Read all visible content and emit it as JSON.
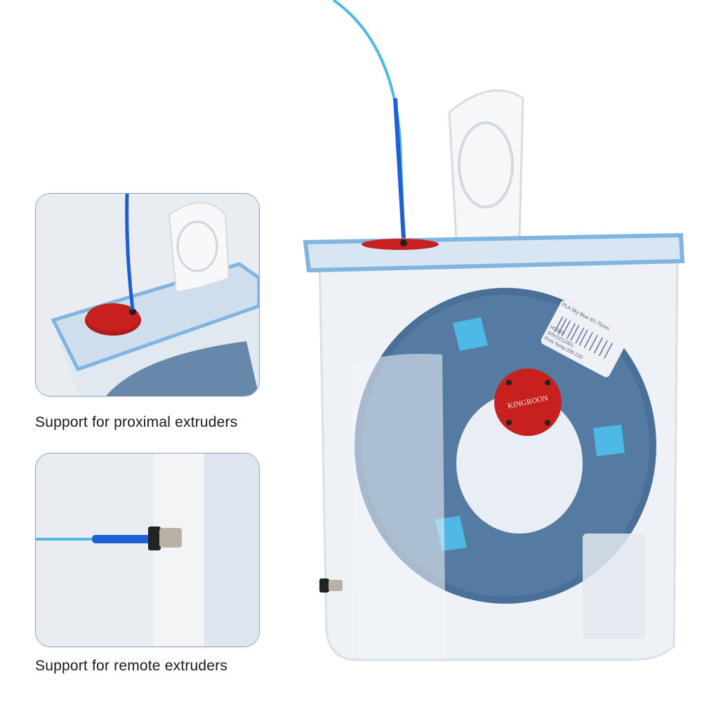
{
  "captions": {
    "proximal": "Support for proximal extruders",
    "remote": "Support for remote extruders"
  },
  "product": {
    "brand": "KINGROON",
    "label_line1": "PLA  Sky Blue  Φ1.75mm",
    "label_line2": "HC019",
    "label_line3": "S/N:D211001",
    "label_line4": "Print Temp:200-220"
  },
  "colors": {
    "spool": "#4a6f98",
    "filament": "#4fb9e6",
    "hub": "#c8201e",
    "tube": "#1f5fd6",
    "lid_seal": "#7fb5df"
  }
}
